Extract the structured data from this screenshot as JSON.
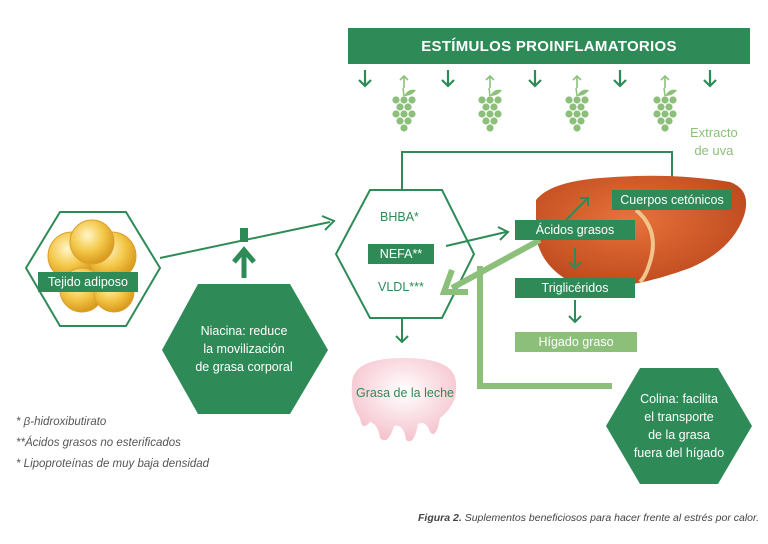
{
  "banner": {
    "title": "ESTÍMULOS PROINFLAMATORIOS"
  },
  "grape_extract": {
    "line1": "Extracto",
    "line2": "de uva"
  },
  "adipose": {
    "label": "Tejido adiposo"
  },
  "center_hex": {
    "bhba": "BHBA*",
    "nefa": "NEFA**",
    "vldl": "VLDL***"
  },
  "niacin": {
    "line1": "Niacina: reduce",
    "line2": "la movilización",
    "line3": "de grasa corporal"
  },
  "milk_fat": {
    "label": "Grasa de la leche"
  },
  "liver": {
    "ketones": "Cuerpos cetónicos",
    "fatty_acids": "Ácidos grasos",
    "triglycerides": "Triglicéridos",
    "fatty_liver": "Hígado graso"
  },
  "choline": {
    "line1": "Colina: facilita",
    "line2": "el transporte",
    "line3": "de la grasa",
    "line4": "fuera del hígado"
  },
  "footnotes": {
    "note1": "* β-hidroxibutirato",
    "note2": "**Ácidos grasos no esterificados",
    "note3": "* Lipoproteínas de muy baja densidad"
  },
  "caption": {
    "label": "Figura 2.",
    "text": "Suplementos beneficiosos para hacer frente al estrés por calor."
  },
  "colors": {
    "dark_green": "#2e8b57",
    "light_green": "#8cc07a",
    "liver": "#d2541e"
  }
}
